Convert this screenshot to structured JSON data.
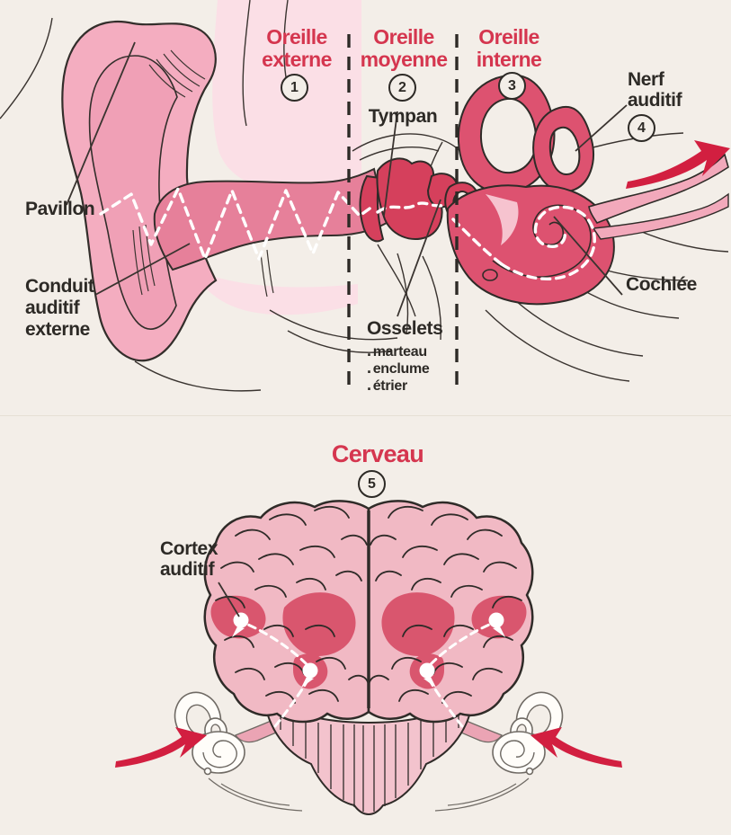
{
  "figure": {
    "subject": "Anatomie de l'oreille et du cerveau (parcours du son)",
    "type": "anatomical infographic"
  },
  "palette": {
    "background": "#f3eee8",
    "title_red": "#d5364f",
    "arrow_red": "#d21f40",
    "text_dark": "#2d2a26",
    "crimson_inner_ear": "#dd5270",
    "crimson_ossicles": "#d5405c",
    "pinna_pink": "#f4adc0",
    "light_pink": "#fbdfe6",
    "canal_rose": "#e6809a",
    "brain_pink": "#f1b9c4",
    "cortex_patch": "#d9566e",
    "nerve_pink": "#f2a9bb",
    "outline": "#332e2b",
    "sound_wave": "#ffffff"
  },
  "ear": {
    "zones": [
      {
        "label": "Oreille externe",
        "number": "1"
      },
      {
        "label": "Oreille moyenne",
        "number": "2"
      },
      {
        "label": "Oreille interne",
        "number": "3"
      }
    ],
    "labels": {
      "pavillon": "Pavillon",
      "conduit": "Conduit auditif externe",
      "tympan": "Tympan",
      "cochlee": "Cochlée",
      "nerf": "Nerf auditif",
      "nerf_number": "4"
    },
    "osselets": {
      "title": "Osselets",
      "bullet": ".",
      "items": [
        "marteau",
        "enclume",
        "étrier"
      ]
    }
  },
  "brain": {
    "title": "Cerveau",
    "number": "5",
    "cortex": "Cortex auditif"
  }
}
